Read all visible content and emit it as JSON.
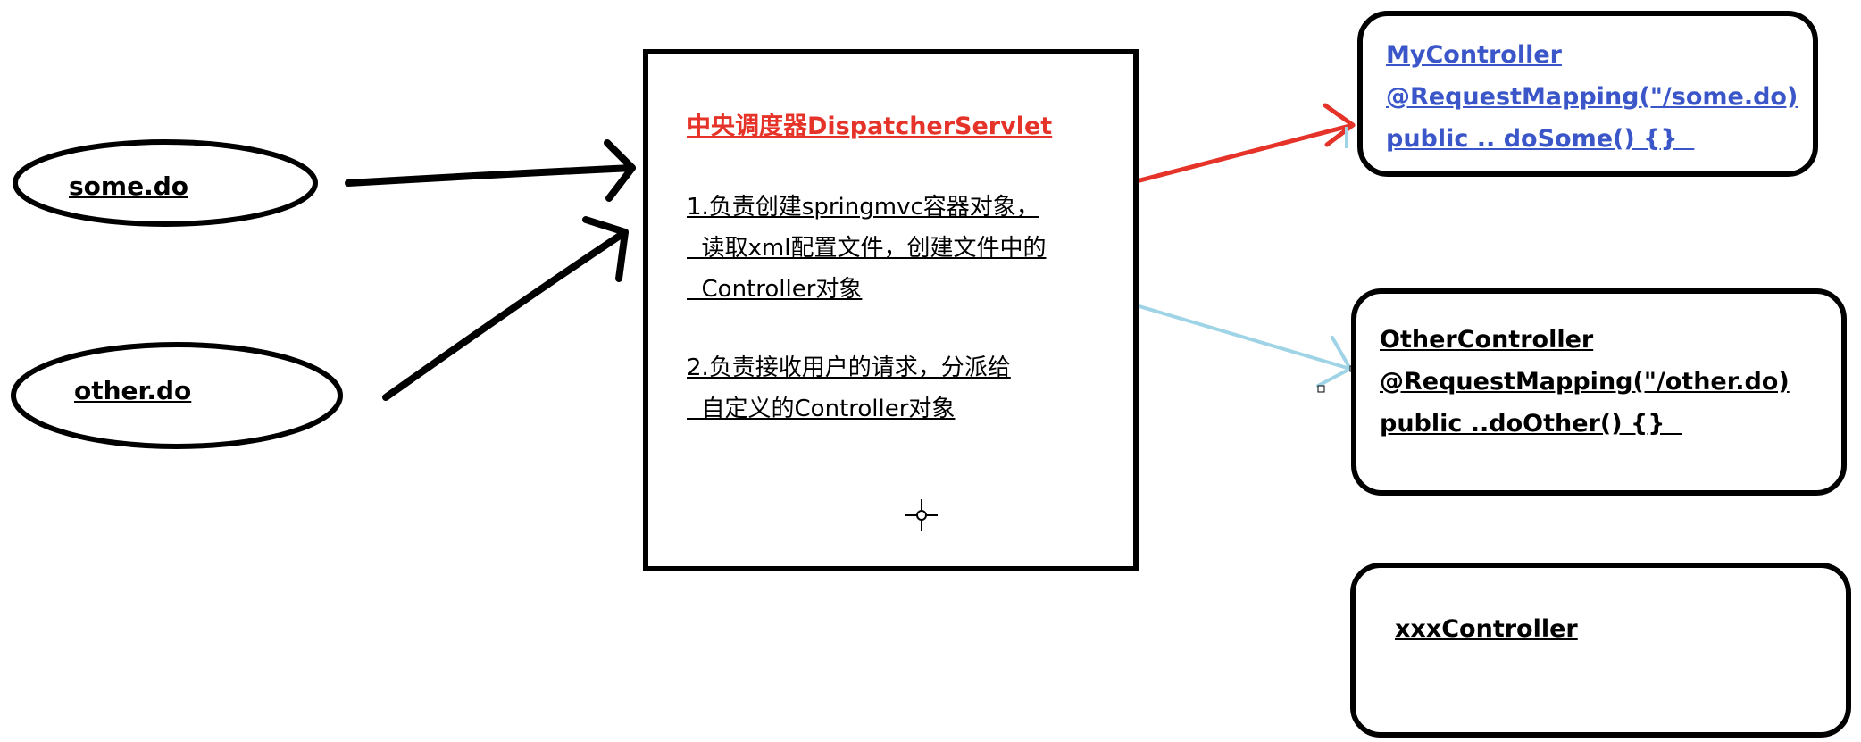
{
  "requests": [
    {
      "label": "some.do"
    },
    {
      "label": "other.do"
    }
  ],
  "dispatcher": {
    "title": "中央调度器DispatcherServlet",
    "lines": [
      "1.负责创建springmvc容器对象，",
      "  读取xml配置文件，创建文件中的",
      "  Controller对象",
      "2.负责接收用户的请求，分派给",
      "  自定义的Controller对象"
    ]
  },
  "controllers": [
    {
      "lines": [
        "MyController",
        "@RequestMapping(\"/some.do)",
        "public .. doSome() {}  "
      ],
      "color": "#3a56c8"
    },
    {
      "lines": [
        "OtherController",
        "@RequestMapping(\"/other.do)",
        "public ..doOther() {}  "
      ],
      "color": "#000000"
    },
    {
      "lines": [
        "xxxController"
      ],
      "color": "#000000"
    }
  ],
  "colors": {
    "stroke": "#000000",
    "title_red": "#e53329",
    "arrow_red": "#e53329",
    "arrow_blue": "#9fd4e6",
    "controller_blue": "#3a56c8"
  }
}
